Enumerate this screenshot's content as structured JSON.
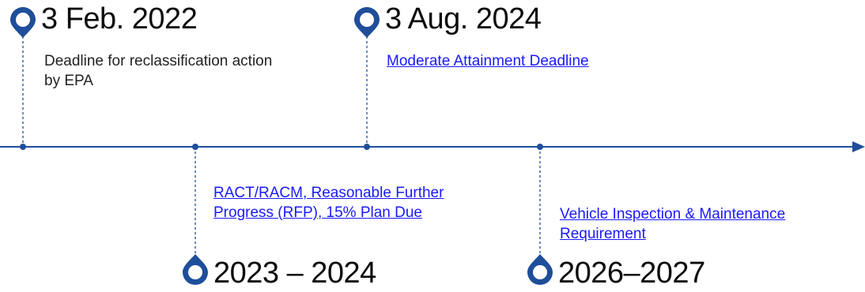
{
  "colors": {
    "axis": "#1f4e9a",
    "marker": "#1f4e9a",
    "link": "#1a1aff",
    "text": "#222222"
  },
  "milestones": [
    {
      "date": "3 Feb. 2022",
      "description": "Deadline for reclassification action by EPA",
      "is_link": false,
      "icon": "map-pin-icon"
    },
    {
      "date": "2023 – 2024",
      "description": "RACT/RACM, Reasonable Further Progress (RFP), 15% Plan Due",
      "is_link": true,
      "icon": "map-pin-icon"
    },
    {
      "date": "3 Aug. 2024",
      "description": "Moderate Attainment Deadline",
      "is_link": true,
      "icon": "map-pin-icon"
    },
    {
      "date": "2026–2027",
      "description": "Vehicle Inspection & Maintenance Requirement",
      "is_link": true,
      "icon": "map-pin-icon"
    }
  ]
}
